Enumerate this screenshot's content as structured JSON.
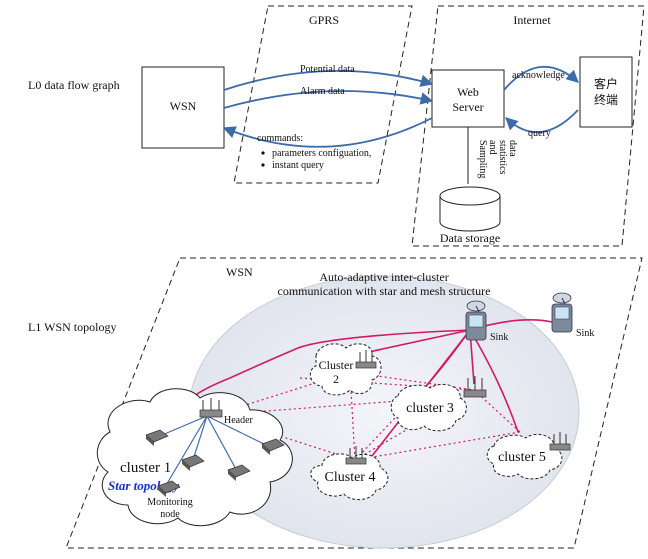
{
  "level_labels": {
    "l0": "L0  data flow graph",
    "l1": "L1 WSN topology"
  },
  "l0": {
    "gprs_title": "GPRS",
    "internet_title": "Internet",
    "wsn_box": "WSN",
    "web_server": [
      "Web",
      "Server"
    ],
    "client_box": [
      "客户",
      "终端"
    ],
    "potential_data": "Potential data",
    "alarm_data": "Alarm data",
    "commands_title": "commands:",
    "commands": [
      "parameters configuation,",
      "instant query"
    ],
    "acknowledge": "acknowledge",
    "query": "query",
    "sampling_label": [
      "Sampling",
      "and",
      "statistics",
      "data"
    ],
    "data_storage": "Data storage"
  },
  "l1": {
    "wsn_title": "WSN",
    "ellipse_title": [
      "Auto-adaptive inter-cluster",
      "communication with star and mesh structure"
    ],
    "sink": "Sink",
    "header": "Header",
    "clusters": [
      {
        "id": "c1",
        "label": "cluster 1"
      },
      {
        "id": "c2",
        "label": [
          "Cluster",
          "2"
        ]
      },
      {
        "id": "c3",
        "label": "cluster 3"
      },
      {
        "id": "c4",
        "label": "Cluster 4"
      },
      {
        "id": "c5",
        "label": "cluster 5"
      }
    ],
    "star_topology": "Star topology",
    "monitoring_node": [
      "Monitoring",
      "node"
    ]
  },
  "colors": {
    "arrow_blue": "#3d6aa8",
    "link_pink": "#d01a6a",
    "ellipse_fill": "#e7eaf1",
    "star_text": "#1a2fc7"
  }
}
